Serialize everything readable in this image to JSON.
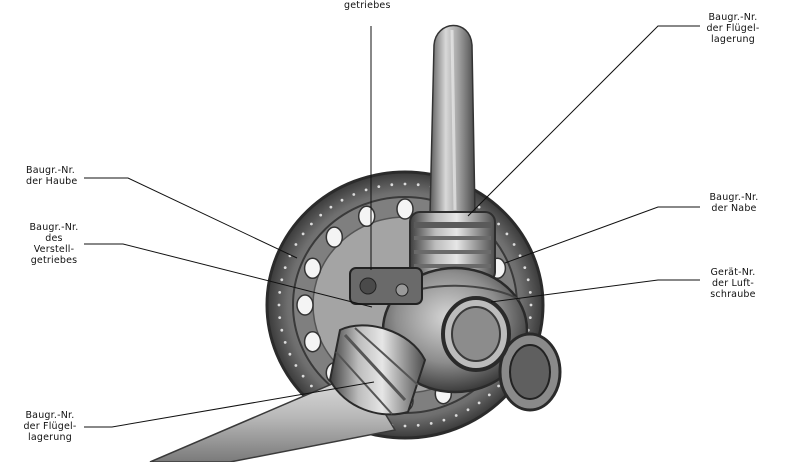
{
  "labels": {
    "top_getriebes": [
      "getriebes"
    ],
    "haube": [
      "Baugr.-Nr.",
      "der Haube"
    ],
    "verstellgetriebe": [
      "Baugr.-Nr.",
      "des",
      "Verstell-",
      "getriebes"
    ],
    "fluegel_bottom": [
      "Baugr.-Nr.",
      "der Flügel-",
      "lagerung"
    ],
    "fluegel_top": [
      "Baugr.-Nr.",
      "der Flügel-",
      "lagerung"
    ],
    "nabe": [
      "Baugr.-Nr.",
      "der Nabe"
    ],
    "luftschraube": [
      "Gerät-Nr.",
      "der Luft-",
      "schraube"
    ]
  }
}
